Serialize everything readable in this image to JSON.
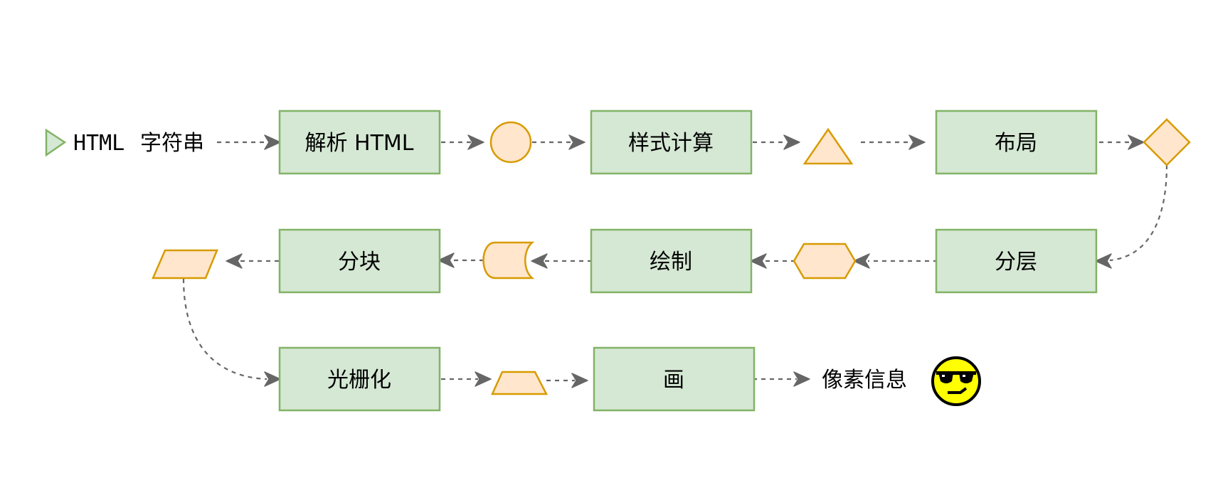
{
  "diagram": {
    "start_label_html": "HTML",
    "start_label_cn": "字符串",
    "steps": {
      "parse": "解析 HTML",
      "style": "样式计算",
      "layout": "布局",
      "layer": "分层",
      "paint": "绘制",
      "tile": "分块",
      "raster": "光栅化",
      "draw": "画"
    },
    "end_label": "像素信息",
    "end_icon": "sunglasses-smiley-icon",
    "colors": {
      "step_fill": "#d5e8d4",
      "step_stroke": "#82b366",
      "shape_fill": "#ffe6cc",
      "shape_stroke": "#d79b00",
      "edge": "#666666",
      "start_triangle_fill": "#d5e8d4",
      "start_triangle_stroke": "#82b366"
    }
  }
}
